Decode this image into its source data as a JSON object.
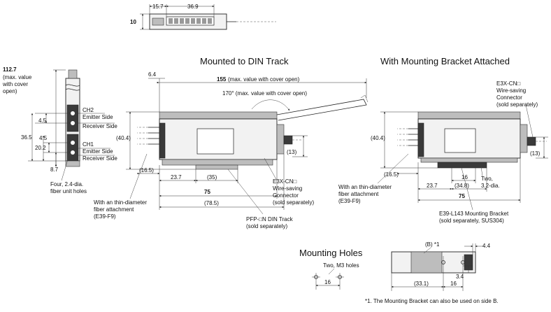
{
  "titles": {
    "din": "Mounted to DIN Track",
    "bracket": "With Mounting Bracket Attached",
    "holes": "Mounting Holes"
  },
  "top_view": {
    "d1": "15.7",
    "d2": "36.9",
    "d3": "10"
  },
  "side_view": {
    "height": "112.7",
    "height_note": [
      "(max. value",
      "with cover",
      "open)"
    ],
    "d_45a": "4.5",
    "d_365": "36.5",
    "d_45b": "4.5",
    "d_202": "20.2",
    "d_87": "8.7",
    "ch2": "CH2",
    "ch1": "CH1",
    "emitter": "Emitter Side",
    "receiver": "Receiver Side",
    "holes_note": [
      "Four, 2.4-dia.",
      "fiber unit holes"
    ]
  },
  "din": {
    "d_64": "6.4",
    "d_155": "155",
    "d_155_note": " (max. value with cover open)",
    "angle": "170° (max. value with cover open)",
    "d_404": "(40.4)",
    "d_165": "(16.5)",
    "d_237": "23.7",
    "d_35": "(35)",
    "d_75": "75",
    "d_785": "(78.5)",
    "d_13": "(13)",
    "fiber_note": [
      "With an thin-diameter",
      "fiber attachment",
      "(E39-F9)"
    ],
    "conn_note": [
      "E3X-CN□",
      "Wire-saving",
      "Connector",
      "(sold separately)"
    ],
    "track_note": [
      "PFP-□N DIN Track",
      "(sold separately)"
    ]
  },
  "bracket": {
    "conn_note": [
      "E3X-CN□",
      "Wire-saving",
      "Connector",
      "(sold separately)"
    ],
    "d_404": "(40.4)",
    "d_165": "(16.5)",
    "d_13": "(13)",
    "d_16": "16",
    "d_237": "23.7",
    "d_348": "(34.8)",
    "d_75": "75",
    "two_holes": [
      "Two,",
      "3.2-dia."
    ],
    "fiber_note": [
      "With an thin-diameter",
      "fiber attachment",
      "(E39-F9)"
    ],
    "bracket_note": [
      "E39-L143 Mounting Bracket",
      "(sold separately, SUS304)"
    ]
  },
  "holes": {
    "m3": "Two, M3 holes",
    "d_16": "16",
    "b_note": "(B) *1",
    "d_44": "4.4",
    "d_34": "3.4",
    "d_331": "(33.1)",
    "d_16b": "16",
    "footnote": "*1.  The Mounting Bracket can also be used on side B."
  }
}
